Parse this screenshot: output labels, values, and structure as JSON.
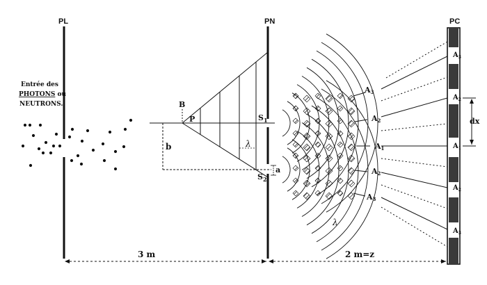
{
  "labels": {
    "pl": "PL",
    "pn": "PN",
    "pc": "PC",
    "entry_line1": "Entrée des",
    "entry_photons": "PHOTONS",
    "entry_ou": " ou",
    "entry_neutrons": "NEUTRONS.",
    "b_upper": "B",
    "p": "P",
    "b_lower": "b",
    "lambda": "λ",
    "s1": "S",
    "s1_sub": "1",
    "s2": "S",
    "s2_sub": "2",
    "a": "a",
    "a1": "A",
    "a1_sub": "1",
    "a2": "A",
    "a2_sub": "2",
    "a3": "A",
    "a3_sub": "3",
    "dx": "dx",
    "dist_3m": "3 m",
    "dist_2m": "2 m=z"
  },
  "colors": {
    "ink": "#111111",
    "paper": "#ffffff",
    "screen_fill": "#3a3a3a"
  }
}
